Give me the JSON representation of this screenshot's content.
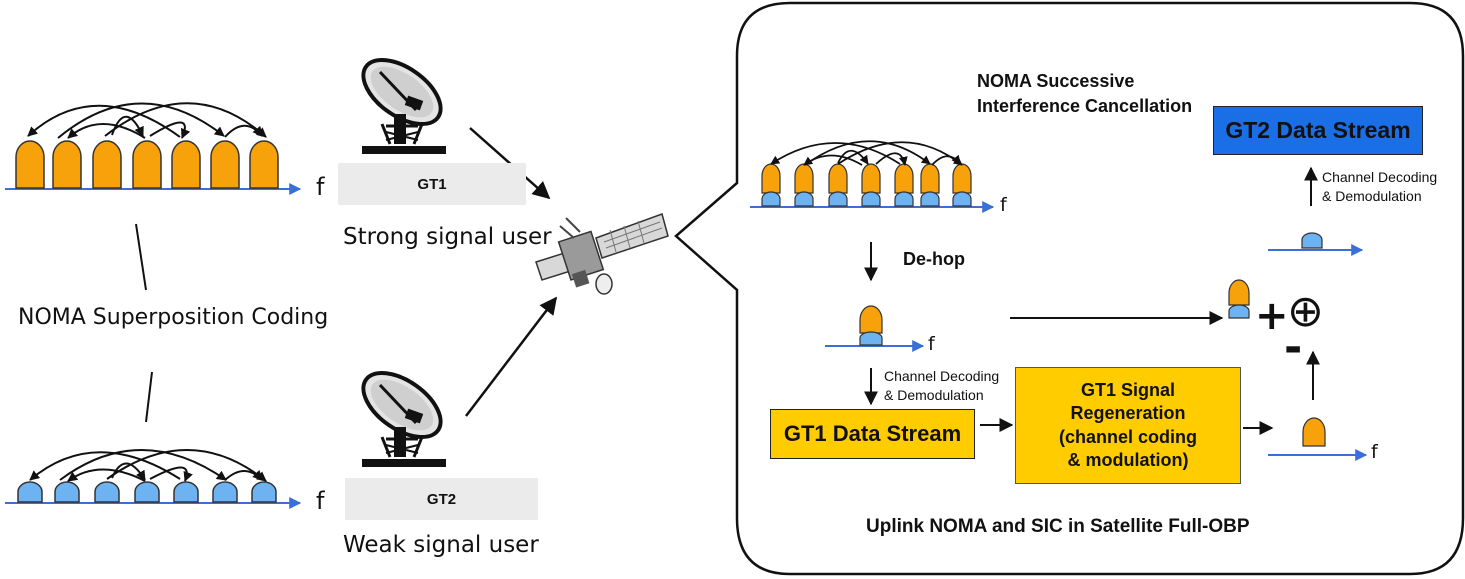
{
  "left_panel": {
    "strong_axis_label": "f",
    "weak_axis_label": "f",
    "noma_superposition_label": "NOMA Superposition Coding"
  },
  "stations": {
    "gt1": {
      "box_label": "GT1",
      "user_label": "Strong signal user"
    },
    "gt2": {
      "box_label": "GT2",
      "user_label": "Weak signal user"
    }
  },
  "bubble": {
    "sic_title_line1": "NOMA Successive",
    "sic_title_line2": "Interference Cancellation",
    "gt2_stream": "GT2 Data Stream",
    "decode_top_line1": "Channel Decoding",
    "decode_top_line2": "& Demodulation",
    "dehop_label": "De-hop",
    "decode_mid_line1": "Channel Decoding",
    "decode_mid_line2": "& Demodulation",
    "gt1_stream": "GT1 Data Stream",
    "regen_line1": "GT1 Signal",
    "regen_line2": "Regeneration",
    "regen_line3": "(channel coding",
    "regen_line4": "& modulation)",
    "axis_f_top": "f",
    "axis_f_mid": "f",
    "axis_f_bottom": "f",
    "plus_sign": "+",
    "minus_sign": "-",
    "xor_symbol": "⊕",
    "caption": "Uplink NOMA and SIC in Satellite Full-OBP"
  },
  "colors": {
    "orange": "#f7a20a",
    "blue_pulse": "#6db3f2",
    "axis_blue": "#3a6fd8",
    "gt2_box": "#1a6fe6",
    "gt1_box": "#ffcc00"
  },
  "icons": [
    "satellite-dish-icon",
    "satellite-icon"
  ]
}
